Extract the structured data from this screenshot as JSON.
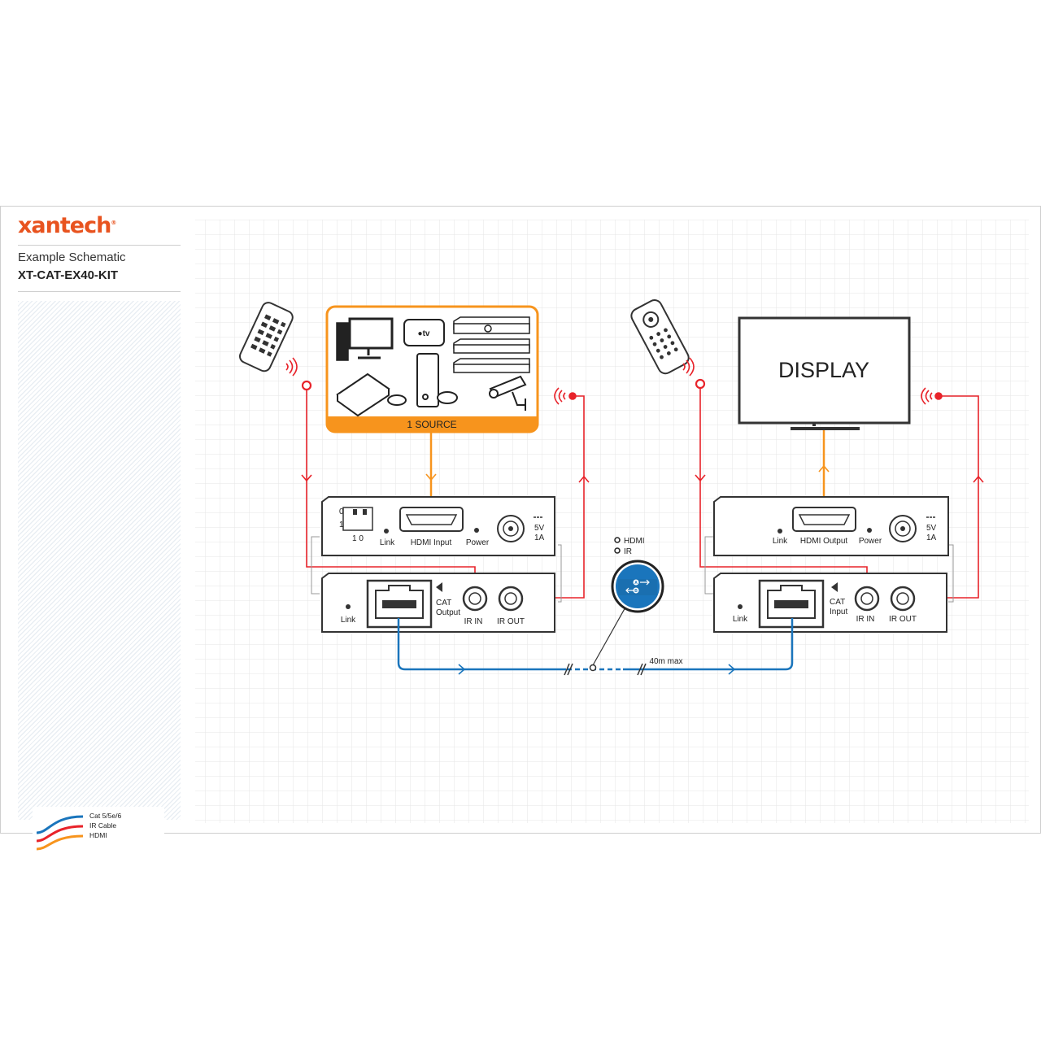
{
  "brand": {
    "logo": "xantech"
  },
  "header": {
    "subtitle": "Example Schematic",
    "model": "XT-CAT-EX40-KIT"
  },
  "legend": {
    "items": [
      {
        "label": "Cat 5/5e/6",
        "color": "#1a75bc"
      },
      {
        "label": "IR Cable",
        "color": "#e8232a"
      },
      {
        "label": "HDMI",
        "color": "#f7941d"
      }
    ]
  },
  "source_box": {
    "label": "1 SOURCE",
    "color": "#f7941d"
  },
  "display": {
    "label": "DISPLAY"
  },
  "transmitter": {
    "dip_labels": [
      "0",
      "1",
      "1 0"
    ],
    "link": "Link",
    "hdmi": "HDMI Input",
    "power": "Power",
    "power_rating": [
      "5V",
      "1A"
    ],
    "cat": [
      "CAT",
      "Output"
    ],
    "ir_in": "IR IN",
    "ir_out": "IR OUT"
  },
  "receiver": {
    "link": "Link",
    "hdmi": "HDMI Output",
    "power": "Power",
    "power_rating": [
      "5V",
      "1A"
    ],
    "cat": [
      "CAT",
      "Input"
    ],
    "ir_in": "IR IN",
    "ir_out": "IR OUT"
  },
  "signal_key": {
    "items": [
      "HDMI",
      "IR"
    ],
    "badge_letters": [
      "A",
      "B"
    ]
  },
  "cable": {
    "distance": "40m max"
  },
  "colors": {
    "cat": "#1a75bc",
    "ir": "#e8232a",
    "hdmi": "#f7941d",
    "brand": "#e8531f"
  }
}
